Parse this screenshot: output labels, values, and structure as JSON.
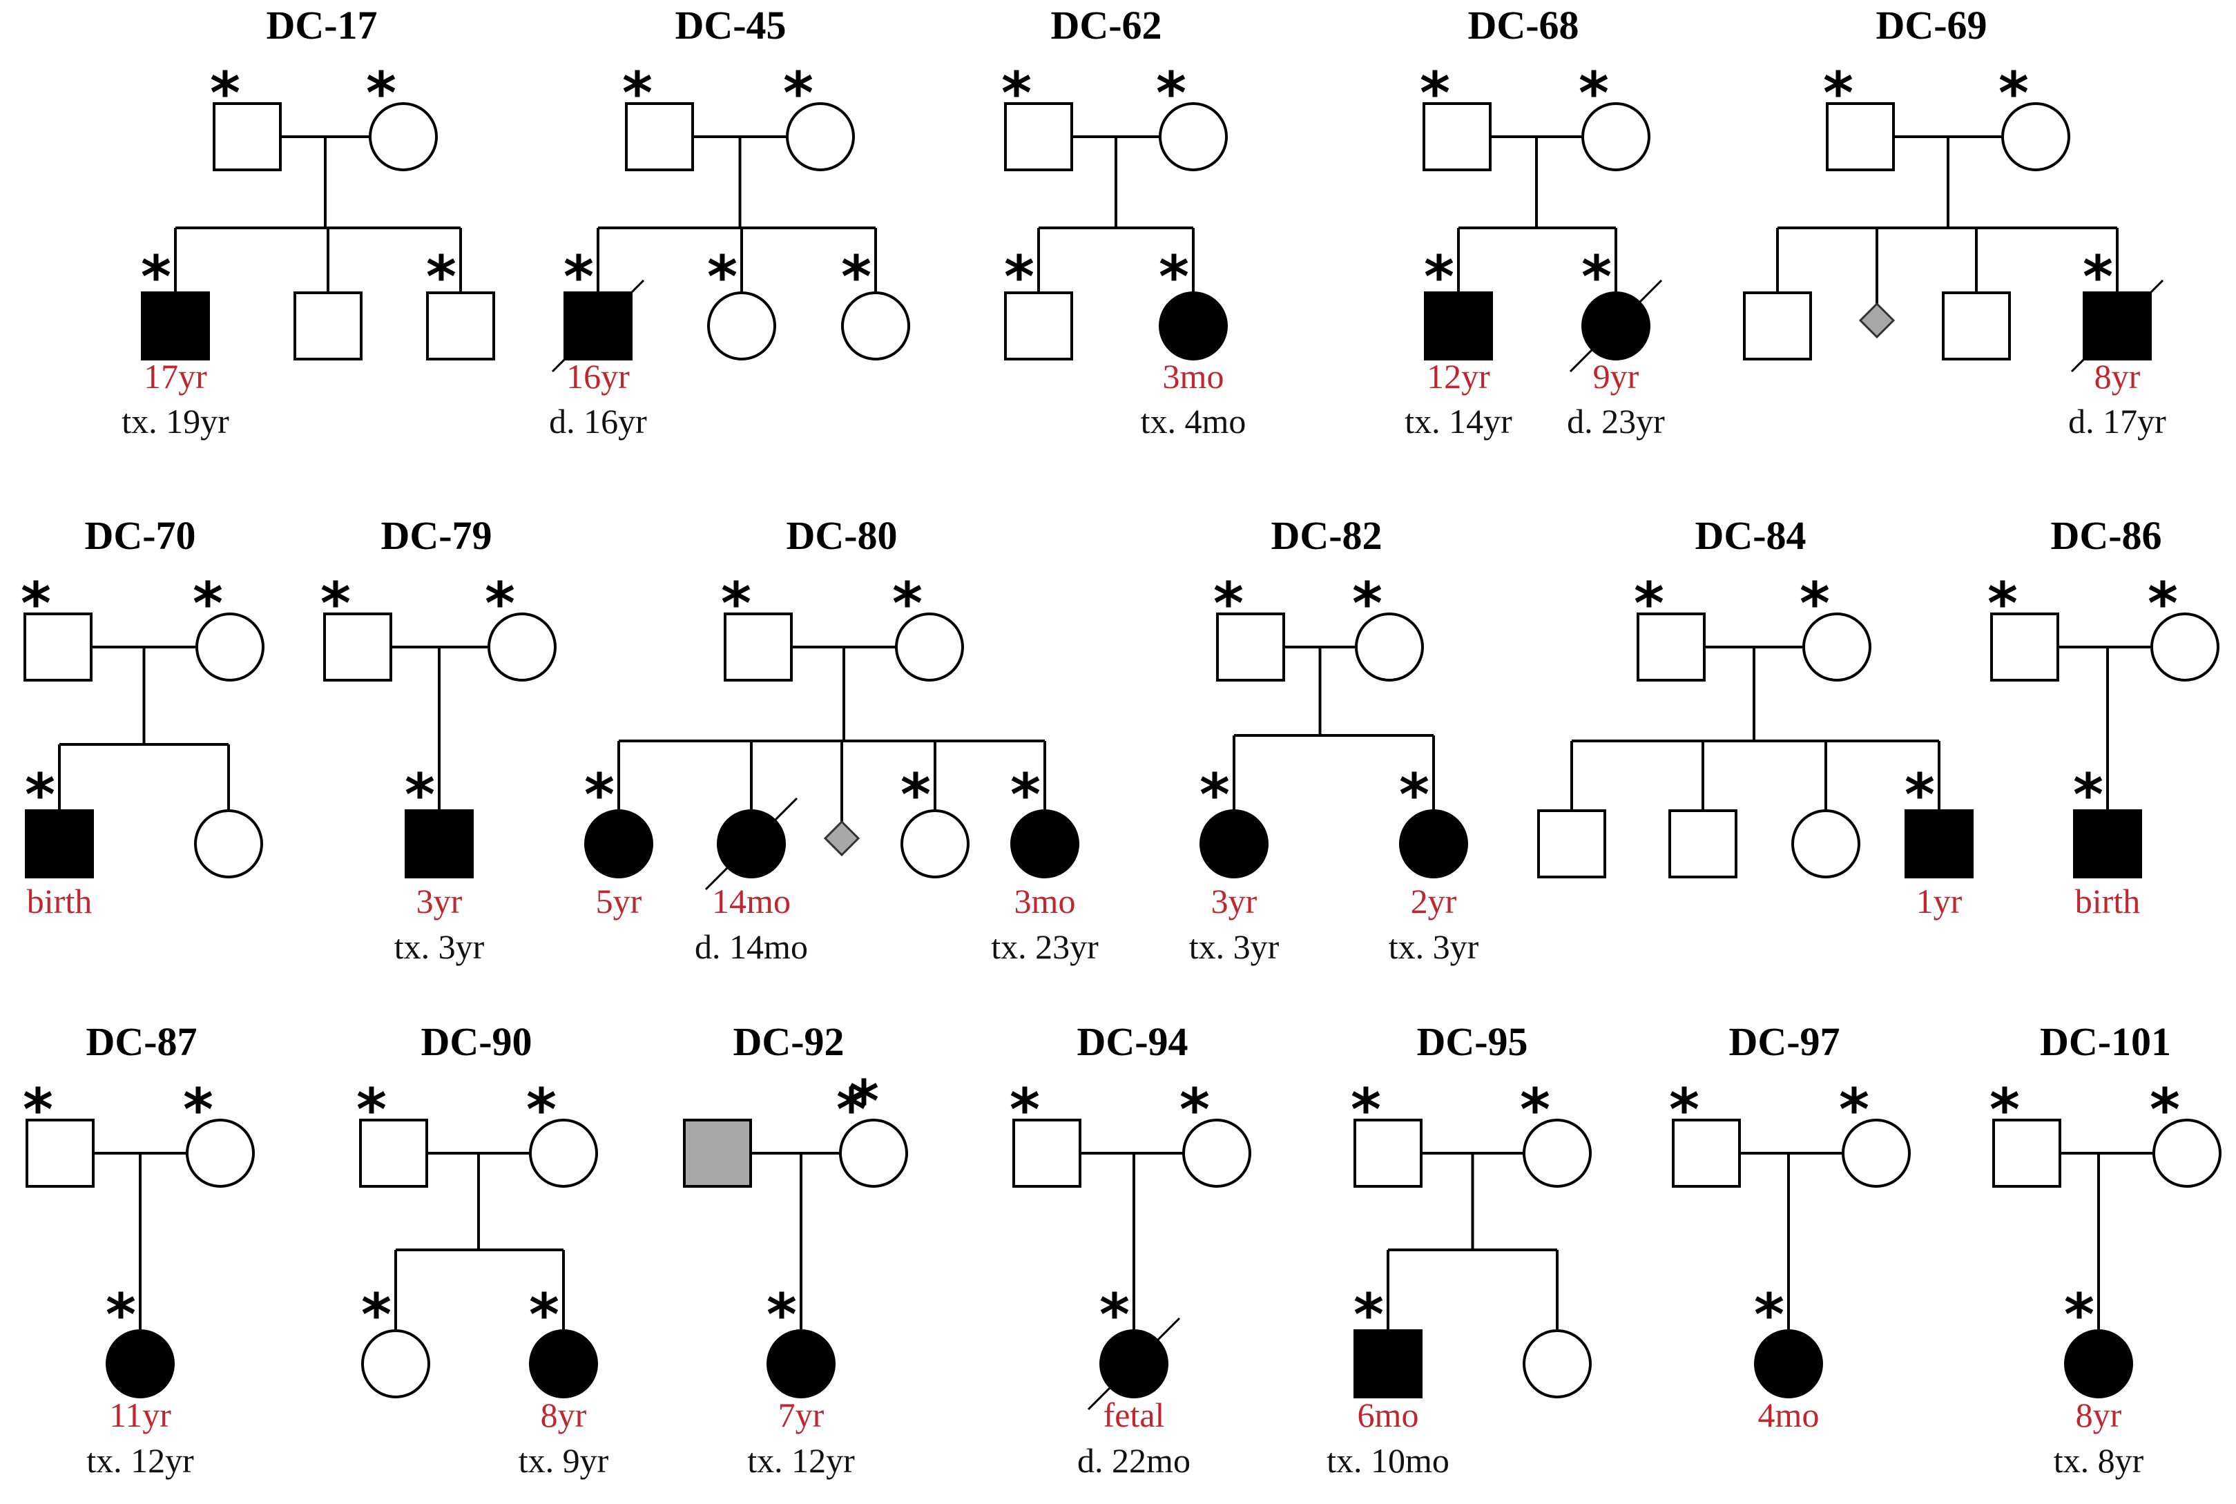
{
  "colors": {
    "affected": "#000000",
    "unaffected": "#ffffff",
    "carrier_grey": "#a8a8a8",
    "onset_text": "#c0262d",
    "outcome_text": "#111111"
  },
  "families": [
    {
      "title": "DC-17",
      "star_symbol": "*",
      "children": [
        {
          "sex": "male",
          "status": "affected",
          "star": true,
          "onset": "17yr",
          "outcome": "tx. 19yr"
        },
        {
          "sex": "male",
          "status": "unaffected"
        },
        {
          "sex": "male",
          "status": "unaffected",
          "star": true
        }
      ]
    },
    {
      "title": "DC-45",
      "star_symbol": "*",
      "children": [
        {
          "sex": "male",
          "status": "affected",
          "deceased": true,
          "star": true,
          "onset": "16yr",
          "outcome": "d. 16yr"
        },
        {
          "sex": "female",
          "status": "unaffected",
          "star": true
        },
        {
          "sex": "female",
          "status": "unaffected",
          "star": true
        }
      ]
    },
    {
      "title": "DC-62",
      "star_symbol": "*",
      "children": [
        {
          "sex": "male",
          "status": "unaffected",
          "star": true
        },
        {
          "sex": "female",
          "status": "affected",
          "star": true,
          "onset": "3mo",
          "outcome": "tx. 4mo"
        }
      ]
    },
    {
      "title": "DC-68",
      "star_symbol": "*",
      "children": [
        {
          "sex": "male",
          "status": "affected",
          "star": true,
          "onset": "12yr",
          "outcome": "tx. 14yr"
        },
        {
          "sex": "female",
          "status": "affected",
          "deceased": true,
          "star": true,
          "onset": "9yr",
          "outcome": "d. 23yr"
        }
      ]
    },
    {
      "title": "DC-69",
      "star_symbol": "*",
      "children": [
        {
          "sex": "male",
          "status": "unaffected"
        },
        {
          "sex": "unknown",
          "status": "pregnancy-loss"
        },
        {
          "sex": "male",
          "status": "unaffected"
        },
        {
          "sex": "male",
          "status": "affected",
          "deceased": true,
          "star": true,
          "onset": "8yr",
          "outcome": "d. 17yr"
        }
      ]
    },
    {
      "title": "DC-70",
      "star_symbol": "*",
      "children": [
        {
          "sex": "male",
          "status": "affected",
          "star": true,
          "onset": "birth"
        },
        {
          "sex": "female",
          "status": "unaffected"
        }
      ]
    },
    {
      "title": "DC-79",
      "star_symbol": "*",
      "children": [
        {
          "sex": "male",
          "status": "affected",
          "star": true,
          "onset": "3yr",
          "outcome": "tx. 3yr"
        }
      ]
    },
    {
      "title": "DC-80",
      "star_symbol": "*",
      "children": [
        {
          "sex": "female",
          "status": "affected",
          "star": true,
          "onset": "5yr"
        },
        {
          "sex": "female",
          "status": "affected",
          "deceased": true,
          "onset": "14mo",
          "outcome": "d. 14mo"
        },
        {
          "sex": "unknown",
          "status": "pregnancy-loss"
        },
        {
          "sex": "female",
          "status": "unaffected",
          "star": true
        },
        {
          "sex": "female",
          "status": "affected",
          "star": true,
          "onset": "3mo",
          "outcome": "tx. 23yr"
        }
      ]
    },
    {
      "title": "DC-82",
      "star_symbol": "*",
      "children": [
        {
          "sex": "female",
          "status": "affected",
          "star": true,
          "onset": "3yr",
          "outcome": "tx. 3yr"
        },
        {
          "sex": "female",
          "status": "affected",
          "star": true,
          "onset": "2yr",
          "outcome": "tx. 3yr"
        }
      ]
    },
    {
      "title": "DC-84",
      "star_symbol": "*",
      "children": [
        {
          "sex": "male",
          "status": "unaffected"
        },
        {
          "sex": "male",
          "status": "unaffected"
        },
        {
          "sex": "female",
          "status": "unaffected"
        },
        {
          "sex": "male",
          "status": "affected",
          "star": true,
          "onset": "1yr"
        }
      ]
    },
    {
      "title": "DC-86",
      "star_symbol": "*",
      "children": [
        {
          "sex": "male",
          "status": "affected",
          "star": true,
          "onset": "birth"
        }
      ]
    },
    {
      "title": "DC-87",
      "star_symbol": "*",
      "children": [
        {
          "sex": "female",
          "status": "affected",
          "star": true,
          "onset": "11yr",
          "outcome": "tx. 12yr"
        }
      ]
    },
    {
      "title": "DC-90",
      "star_symbol": "*",
      "children": [
        {
          "sex": "female",
          "status": "unaffected",
          "star": true
        },
        {
          "sex": "female",
          "status": "affected",
          "star": true,
          "onset": "8yr",
          "outcome": "tx. 9yr"
        }
      ]
    },
    {
      "title": "DC-92",
      "star_symbol": "*",
      "father_status": "grey",
      "father_star": false,
      "children": [
        {
          "sex": "female",
          "status": "affected",
          "star": true,
          "onset": "7yr",
          "outcome": "tx. 12yr"
        }
      ]
    },
    {
      "title": "DC-94",
      "star_symbol": "*",
      "children": [
        {
          "sex": "female",
          "status": "affected",
          "deceased": true,
          "star": true,
          "onset": "fetal",
          "outcome": "d. 22mo"
        }
      ]
    },
    {
      "title": "DC-95",
      "star_symbol": "*",
      "children": [
        {
          "sex": "male",
          "status": "affected",
          "star": true,
          "onset": "6mo",
          "outcome": "tx. 10mo"
        },
        {
          "sex": "female",
          "status": "unaffected"
        }
      ]
    },
    {
      "title": "DC-97",
      "star_symbol": "*",
      "children": [
        {
          "sex": "female",
          "status": "affected",
          "star": true,
          "onset": "4mo"
        }
      ]
    },
    {
      "title": "DC-101",
      "star_symbol": "*",
      "children": [
        {
          "sex": "female",
          "status": "affected",
          "star": true,
          "onset": "8yr",
          "outcome": "tx. 8yr"
        }
      ]
    }
  ]
}
